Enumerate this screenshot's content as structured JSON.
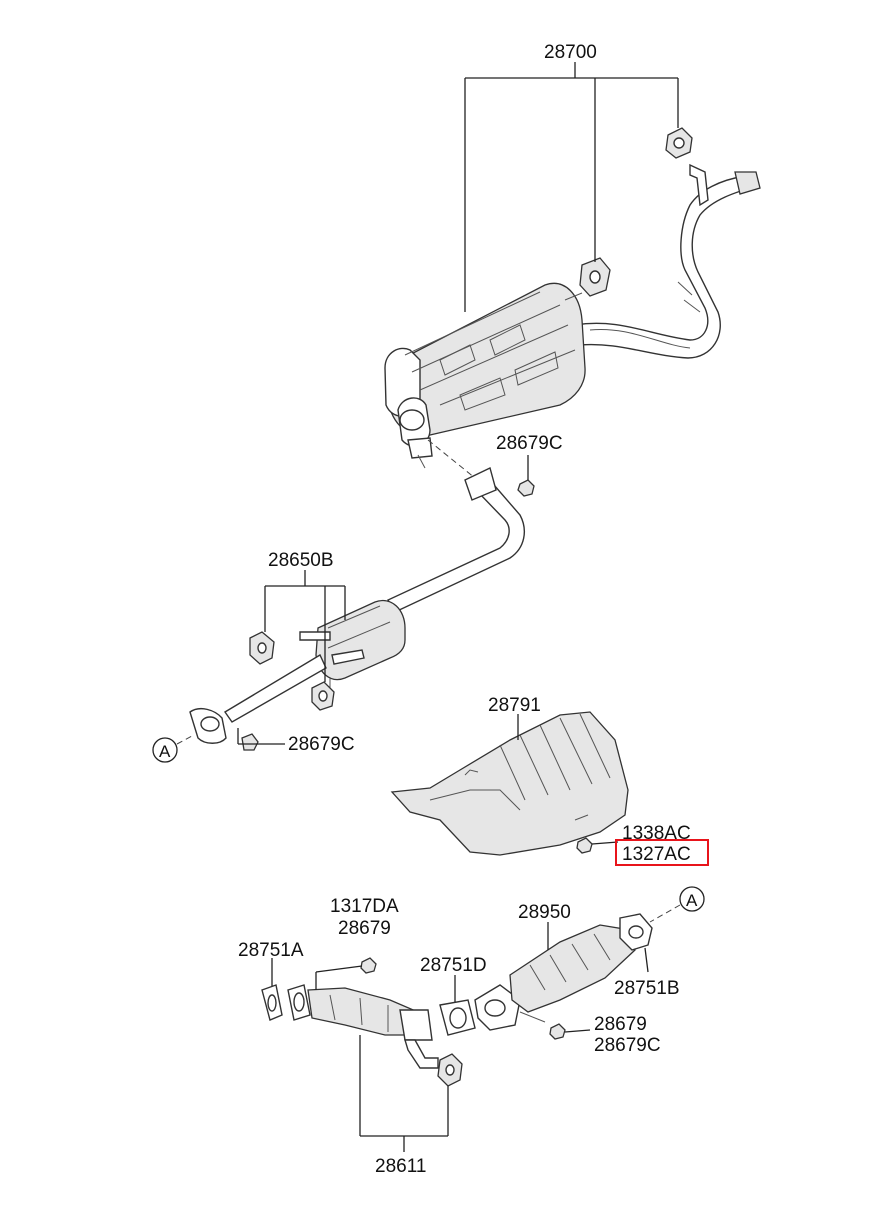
{
  "labels": {
    "muffler_assembly": "28700",
    "muffler_nut": "28679C",
    "center_pipe_hangers": "28650B",
    "center_pipe_nut": "28679C",
    "heat_protector": "28791",
    "protector_bolt_1": "1338AC",
    "protector_bolt_2": "1327AC",
    "bolt_1317": "1317DA",
    "nut_28679": "28679",
    "gasket_a": "28751A",
    "gasket_d": "28751D",
    "catalytic_converter": "28950",
    "gasket_b": "28751B",
    "converter_nut_1": "28679",
    "converter_nut_2": "28679C",
    "front_pipe": "28611",
    "connector_a": "A"
  },
  "colors": {
    "highlight": "#e8141b",
    "ink": "#222222",
    "part_fill": "#e6e6e6"
  }
}
